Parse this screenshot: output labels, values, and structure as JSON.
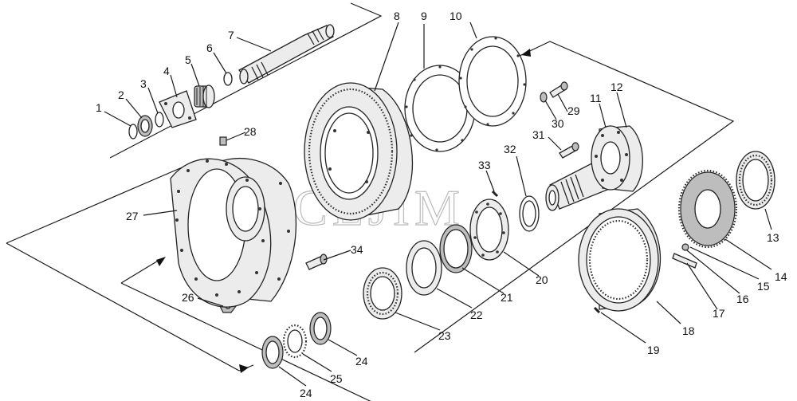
{
  "watermark": "CEJIM",
  "part_numbers": [
    "1",
    "2",
    "3",
    "4",
    "5",
    "6",
    "7",
    "8",
    "9",
    "10",
    "11",
    "12",
    "13",
    "14",
    "15",
    "16",
    "17",
    "18",
    "19",
    "20",
    "21",
    "22",
    "23",
    "24",
    "24",
    "25",
    "26",
    "27",
    "28",
    "29",
    "30",
    "31",
    "32",
    "33",
    "34"
  ]
}
